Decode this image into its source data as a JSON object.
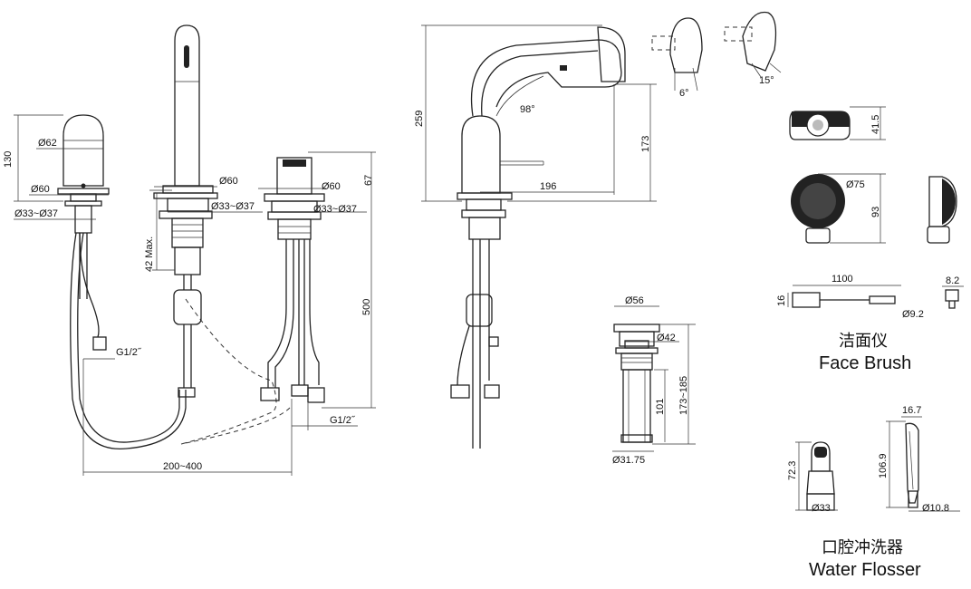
{
  "dimensions": {
    "d62": "Ø62",
    "d60_a": "Ø60",
    "d33_37_a": "Ø33~Ø37",
    "h130": "130",
    "g12_a": "G1/2˝",
    "d60_b": "Ø60",
    "d33_37_b": "Ø33~Ø37",
    "max42": "42 Max.",
    "span200_400": "200~400",
    "d60_c": "Ø60",
    "d33_37_c": "Ø33~Ø37",
    "h67": "67",
    "h500": "500",
    "g12_b": "G1/2˝",
    "h259": "259",
    "ang98": "98°",
    "h173": "173",
    "w196": "196",
    "ang6": "6°",
    "ang15": "15°",
    "d56": "Ø56",
    "d42": "Ø42",
    "h101": "101",
    "h173_185": "173~185",
    "d31_75": "Ø31.75",
    "h41_5": "41.5",
    "d75": "Ø75",
    "h93": "93",
    "w1100": "1100",
    "h16": "16",
    "w8_2": "8.2",
    "d9_2": "Ø9.2",
    "h72_3": "72.3",
    "d33": "Ø33",
    "w16_7": "16.7",
    "h106_9": "106.9",
    "d10_8": "Ø10.8"
  },
  "captions": {
    "face_brush_cn": "洁面仪",
    "face_brush_en": "Face Brush",
    "water_flosser_cn": "口腔冲洗器",
    "water_flosser_en": "Water Flosser"
  }
}
